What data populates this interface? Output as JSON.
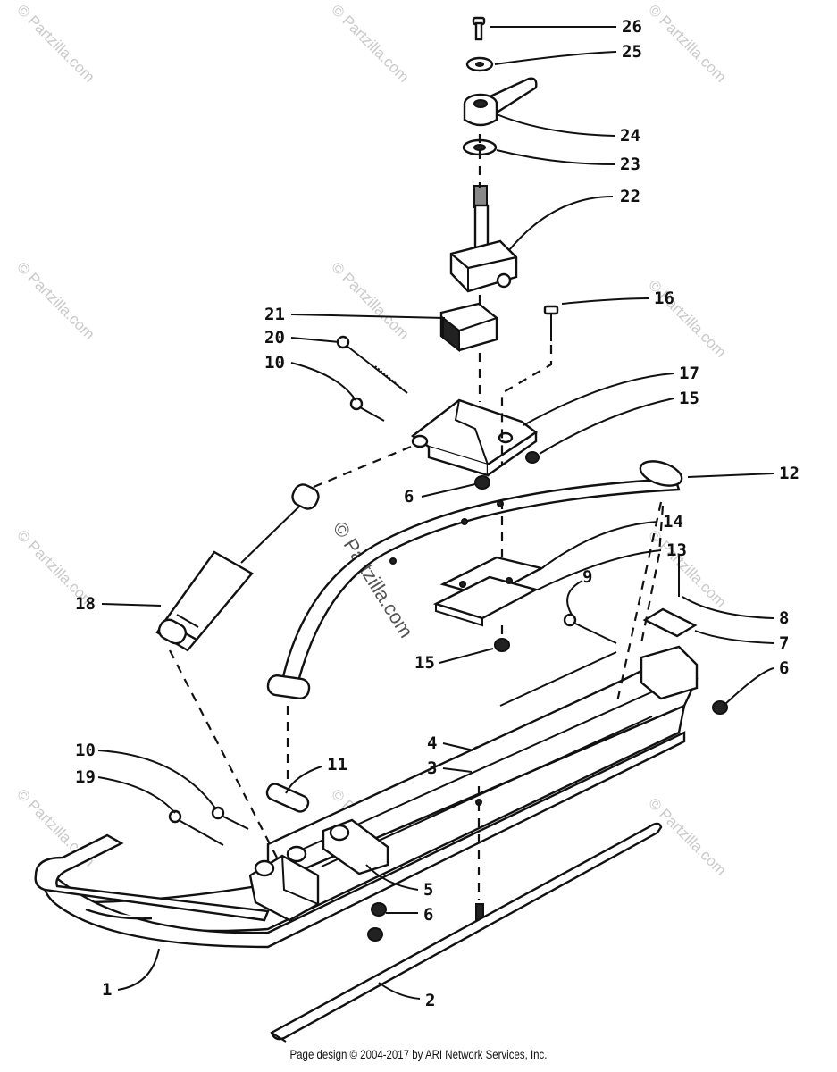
{
  "watermark": {
    "small": "© Partzilla.com",
    "center": "© Partzilla.com"
  },
  "footer": "Page design © 2004-2017 by ARI Network Services, Inc.",
  "callouts": [
    {
      "id": "26",
      "text": "26"
    },
    {
      "id": "25",
      "text": "25"
    },
    {
      "id": "24",
      "text": "24"
    },
    {
      "id": "23",
      "text": "23"
    },
    {
      "id": "22",
      "text": "22"
    },
    {
      "id": "21",
      "text": "21"
    },
    {
      "id": "20",
      "text": "20"
    },
    {
      "id": "16",
      "text": "16"
    },
    {
      "id": "10a",
      "text": "10"
    },
    {
      "id": "17",
      "text": "17"
    },
    {
      "id": "15a",
      "text": "15"
    },
    {
      "id": "12",
      "text": "12"
    },
    {
      "id": "6a",
      "text": "6"
    },
    {
      "id": "14",
      "text": "14"
    },
    {
      "id": "13",
      "text": "13"
    },
    {
      "id": "9",
      "text": "9"
    },
    {
      "id": "18",
      "text": "18"
    },
    {
      "id": "8",
      "text": "8"
    },
    {
      "id": "7",
      "text": "7"
    },
    {
      "id": "15b",
      "text": "15"
    },
    {
      "id": "6b",
      "text": "6"
    },
    {
      "id": "4",
      "text": "4"
    },
    {
      "id": "3",
      "text": "3"
    },
    {
      "id": "10b",
      "text": "10"
    },
    {
      "id": "11",
      "text": "11"
    },
    {
      "id": "19",
      "text": "19"
    },
    {
      "id": "5",
      "text": "5"
    },
    {
      "id": "6c",
      "text": "6"
    },
    {
      "id": "1",
      "text": "1"
    },
    {
      "id": "2",
      "text": "2"
    }
  ]
}
